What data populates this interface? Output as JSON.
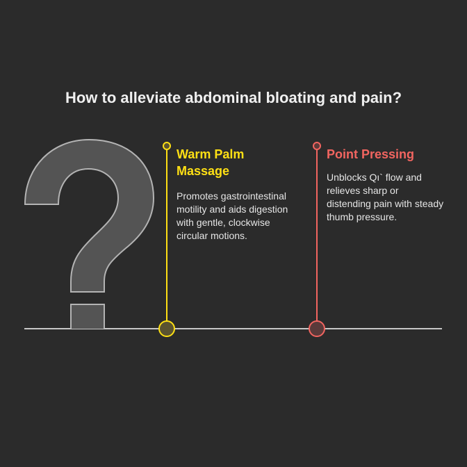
{
  "title": "How to alleviate abdominal bloating and pain?",
  "items": [
    {
      "title": "Warm Palm Massage",
      "description": "Promotes gastrointestinal motility and aids digestion with gentle, clockwise circular motions.",
      "color": "#ffe014"
    },
    {
      "title": "Point Pressing",
      "description": "Unblocks Qı` flow and relieves sharp or distending pain with steady thumb pressure.",
      "color": "#f26560"
    }
  ]
}
